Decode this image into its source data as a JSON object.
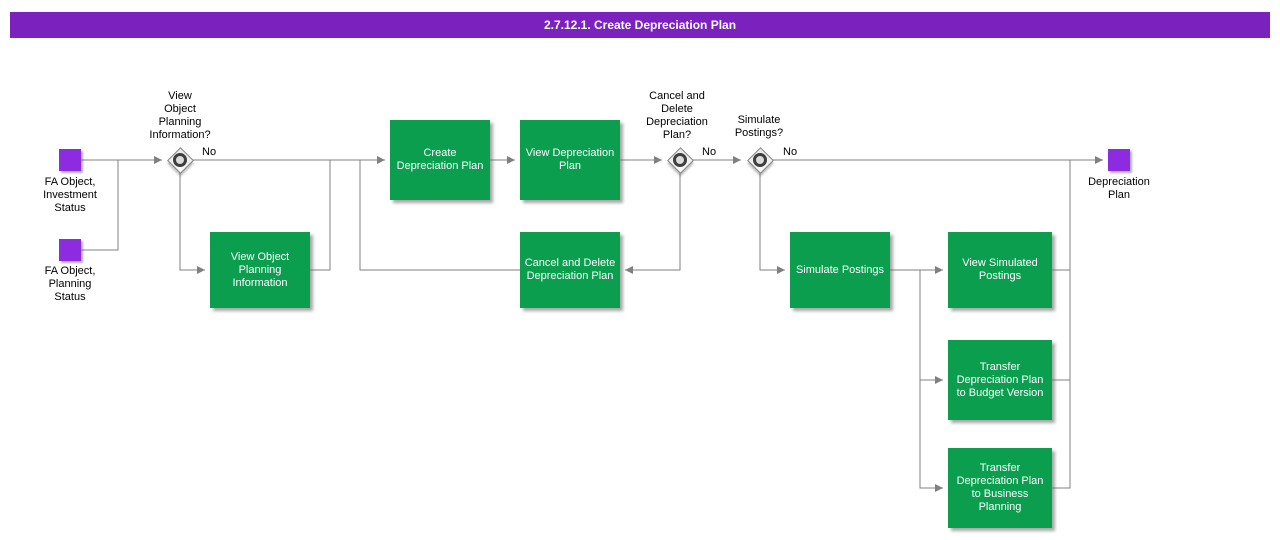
{
  "title": "2.7.12.1. Create Depreciation Plan",
  "colors": {
    "title_bar": "#7B21BE",
    "event": "#8C2BE0",
    "task": "#0A9E4E",
    "line": "#808080"
  },
  "events": [
    {
      "label": "FA Object,\nInvestment\nStatus"
    },
    {
      "label": "FA Object,\nPlanning\nStatus"
    },
    {
      "label": "Depreciation\nPlan"
    }
  ],
  "gateways": [
    {
      "question": "View\nObject\nPlanning\nInformation?",
      "branch_label": "No"
    },
    {
      "question": "Cancel and\nDelete\nDepreciation\nPlan?",
      "branch_label": "No"
    },
    {
      "question": "Simulate\nPostings?",
      "branch_label": "No"
    }
  ],
  "tasks": [
    {
      "label": "View Object Planning Information"
    },
    {
      "label": "Create Depreciation Plan"
    },
    {
      "label": "View Depreciation Plan"
    },
    {
      "label": "Cancel and Delete Depreciation Plan"
    },
    {
      "label": "Simulate Postings"
    },
    {
      "label": "View Simulated Postings"
    },
    {
      "label": "Transfer Depreciation Plan to Budget Version"
    },
    {
      "label": "Transfer Depreciation Plan to Business Planning"
    }
  ]
}
